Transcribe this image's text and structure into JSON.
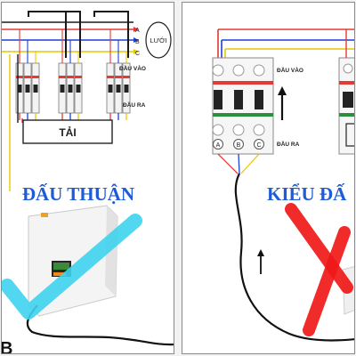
{
  "left_panel": {
    "phase_labels": [
      "A",
      "B",
      "C"
    ],
    "grid_label": "LƯỚI",
    "input_label": "ĐẦU VÀO",
    "output_label": "ĐẦU RA",
    "load_label": "TẢI",
    "caption": "ĐẤU THUẬN",
    "corner_text": "B",
    "mark_icon": "check-mark-icon"
  },
  "right_panel": {
    "input_label": "ĐẦU VÀO",
    "output_label": "ĐẦU RA",
    "breaker_terminal_labels": [
      "A",
      "B",
      "C"
    ],
    "caption": "KIỂU ĐẤ",
    "mark_icon": "cross-mark-icon"
  },
  "colors": {
    "phase_a": "#e53935",
    "phase_b": "#1e3fd8",
    "phase_c": "#e6c800",
    "neutral": "#1a1a1a",
    "caption_blue": "#1e5bd8",
    "check": "#3fd3f0",
    "cross": "#f01818"
  }
}
